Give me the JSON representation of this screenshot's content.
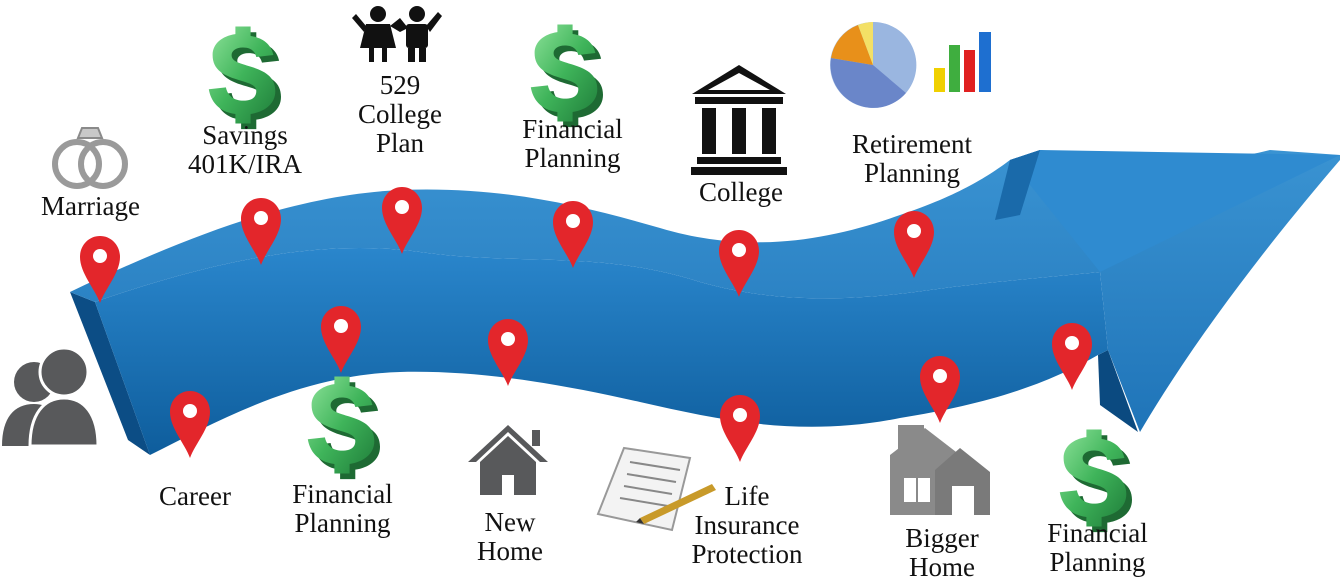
{
  "colors": {
    "arrow_top": "#2f86c8",
    "arrow_front": "#1a6fb0",
    "arrow_side": "#0d4f86",
    "pin": "#e3262b",
    "dollar": "#4dbb68",
    "icon_gray": "#58595b"
  },
  "labels": {
    "marriage": [
      "Marriage"
    ],
    "savings": [
      "Savings",
      "401K/IRA"
    ],
    "college_plan": [
      "529",
      "College",
      "Plan"
    ],
    "financial_planning_top": [
      "Financial",
      "Planning"
    ],
    "college": [
      "College"
    ],
    "retirement": [
      "Retirement",
      "Planning"
    ],
    "career": [
      "Career"
    ],
    "financial_planning_bottom_1": [
      "Financial",
      "Planning"
    ],
    "new_home": [
      "New",
      "Home"
    ],
    "life_insurance": [
      "Life",
      "Insurance",
      "Protection"
    ],
    "bigger_home": [
      "Bigger",
      "Home"
    ],
    "financial_planning_bottom_2": [
      "Financial",
      "Planning"
    ]
  },
  "icons": [
    "rings-icon",
    "dollar-icon",
    "children-icon",
    "bank-icon",
    "pie-chart-icon",
    "bar-chart-icon",
    "people-icon",
    "house-icon",
    "contract-pen-icon",
    "bigger-house-icon",
    "map-pin-icon"
  ]
}
